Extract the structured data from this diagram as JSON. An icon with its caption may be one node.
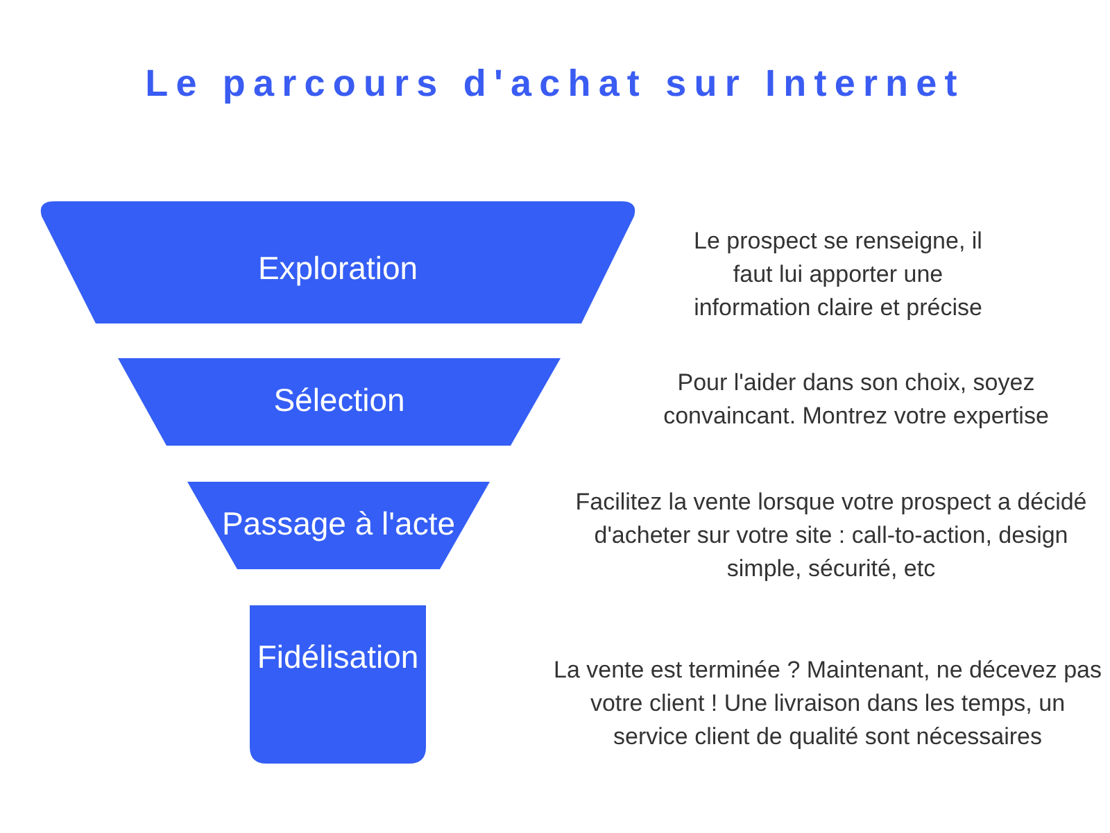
{
  "diagram": {
    "title": "Le parcours d'achat sur Internet",
    "nodes": [
      {
        "text": [
          "Exploration"
        ]
      },
      {
        "text": [
          "Sélection"
        ]
      },
      {
        "text": [
          "Passage à l'acte"
        ]
      },
      {
        "text": [
          "Fidélisation"
        ]
      }
    ],
    "edges": [],
    "labels": [
      "Le prospect se renseigne, il faut lui apporter une information claire et précise",
      "Pour l'aider dans son choix, soyez convaincant. Montrez votre expertise",
      "Facilitez la vente lorsque votre prospect a décidé d'acheter sur votre site : call-to-action, design simple, sécurité, etc",
      "La vente est terminée ? Maintenant, ne décevez pas votre client ! Une livraison dans les temps, un service client de qualité sont nécessaires"
    ]
  }
}
